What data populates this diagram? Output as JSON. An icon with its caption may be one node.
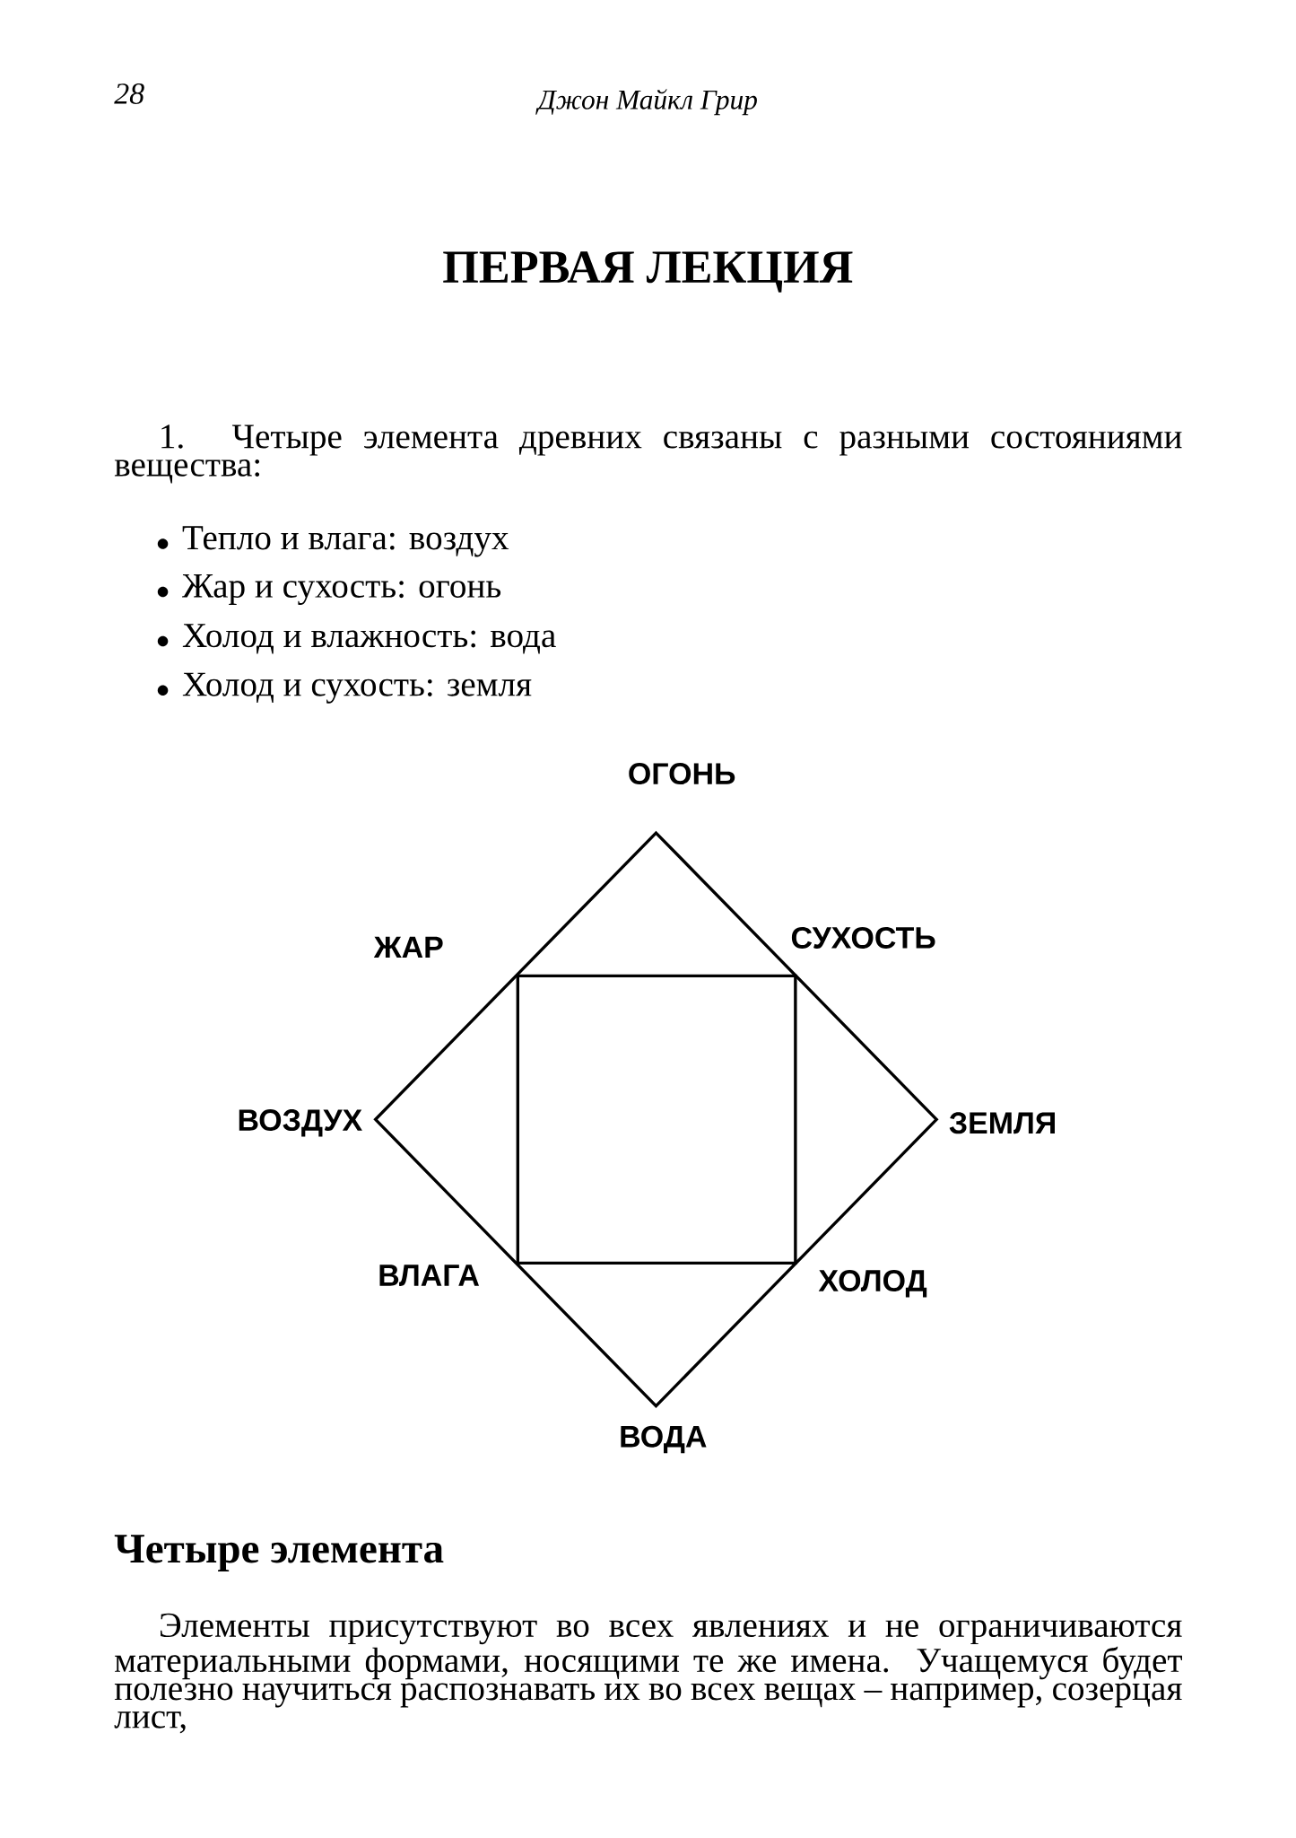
{
  "diagram": {
    "title": "ПЕРВАЯ ЛЕКЦИЯ",
    "nodes": [
      {
        "text": [],
        "shape": "diamond"
      },
      {
        "text": [],
        "shape": "box",
        "in": 0
      }
    ],
    "edges": [],
    "labels": [
      "28",
      "Джон Майкл Грир",
      "1. Четыре элемента древних связаны с разными состояниями вещества:",
      "Тепло и влага: воздух",
      "Жар и сухость: огонь",
      "Холод и влажность: вода",
      "Холод и сухость: земля",
      "ОГОНЬ",
      "ЖАР",
      "СУХОСТЬ",
      "ВОЗДУХ",
      "ЗЕМЛЯ",
      "ВЛАГА",
      "ХОЛОД",
      "ВОДА",
      "Четыре элемента",
      "Элементы присутствуют во всех явлениях и не ограничиваются материальными формами, носящими те же имена. Учащемуся будет полезно научиться распознавать их во всех вещах – например, созерцая лист,"
    ]
  }
}
